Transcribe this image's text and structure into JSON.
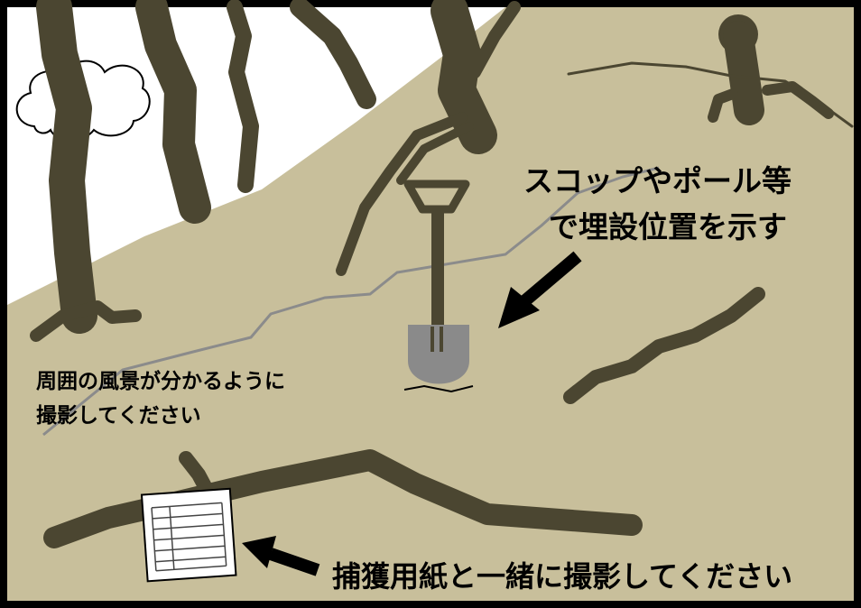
{
  "colors": {
    "frame": "#000000",
    "sky": "#ffffff",
    "ground": "#c8bf9b",
    "tree": "#4b4631",
    "trail": "#8b8b8b",
    "shovel_blade": "#8a8a8a",
    "arrow": "#000000",
    "paper": "#ffffff"
  },
  "icons": {
    "shovel": "shovel-icon",
    "record_sheet": "record-sheet-icon",
    "cloud": "cloud-icon"
  },
  "annotations": {
    "marker": {
      "line1": "スコップやポール等",
      "line2": "で埋設位置を示す"
    },
    "surroundings": {
      "line1": "周囲の風景が分かるように",
      "line2": "撮影してください"
    },
    "record_sheet": {
      "line1": "捕獲用紙と一緒に撮影してください"
    }
  }
}
